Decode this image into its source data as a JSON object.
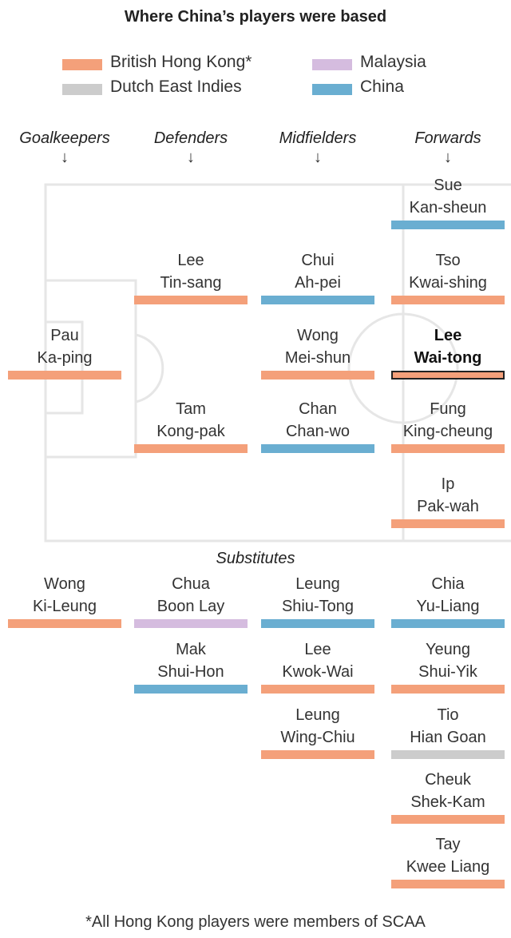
{
  "title": "Where China’s players were based",
  "colors": {
    "British Hong Kong": "#f4a07a",
    "Dutch East Indies": "#cccccc",
    "Malaysia": "#d5bcdf",
    "China": "#6aaed1"
  },
  "legend": [
    {
      "label": "British Hong Kong*",
      "key": "British Hong Kong"
    },
    {
      "label": "Malaysia",
      "key": "Malaysia"
    },
    {
      "label": "Dutch East Indies",
      "key": "Dutch East Indies"
    },
    {
      "label": "China",
      "key": "China"
    }
  ],
  "positions": [
    "Goalkeepers",
    "Defenders",
    "Midfielders",
    "Forwards"
  ],
  "arrow_glyph": "↓",
  "starters": [
    {
      "first": "Pau",
      "second": "Ka-ping",
      "base": "British Hong Kong",
      "position": "Goalkeepers"
    },
    {
      "first": "Lee",
      "second": "Tin-sang",
      "base": "British Hong Kong",
      "position": "Defenders"
    },
    {
      "first": "Tam",
      "second": "Kong-pak",
      "base": "British Hong Kong",
      "position": "Defenders"
    },
    {
      "first": "Chui",
      "second": "Ah-pei",
      "base": "China",
      "position": "Midfielders"
    },
    {
      "first": "Wong",
      "second": "Mei-shun",
      "base": "British Hong Kong",
      "position": "Midfielders"
    },
    {
      "first": "Chan",
      "second": "Chan-wo",
      "base": "China",
      "position": "Midfielders"
    },
    {
      "first": "Sue",
      "second": "Kan-sheun",
      "base": "China",
      "position": "Forwards"
    },
    {
      "first": "Tso",
      "second": "Kwai-shing",
      "base": "British Hong Kong",
      "position": "Forwards"
    },
    {
      "first": "Lee",
      "second": "Wai-tong",
      "base": "British Hong Kong",
      "position": "Forwards",
      "highlight": true
    },
    {
      "first": "Fung",
      "second": "King-cheung",
      "base": "British Hong Kong",
      "position": "Forwards"
    },
    {
      "first": "Ip",
      "second": "Pak-wah",
      "base": "British Hong Kong",
      "position": "Forwards"
    }
  ],
  "substitutes_label": "Substitutes",
  "substitutes": [
    {
      "first": "Wong",
      "second": "Ki-Leung",
      "base": "British Hong Kong"
    },
    {
      "first": "Chua",
      "second": "Boon Lay",
      "base": "Malaysia"
    },
    {
      "first": "Mak",
      "second": "Shui-Hon",
      "base": "China"
    },
    {
      "first": "Leung",
      "second": "Shiu-Tong",
      "base": "China"
    },
    {
      "first": "Lee",
      "second": "Kwok-Wai",
      "base": "British Hong Kong"
    },
    {
      "first": "Leung",
      "second": "Wing-Chiu",
      "base": "British Hong Kong"
    },
    {
      "first": "Chia",
      "second": "Yu-Liang",
      "base": "China"
    },
    {
      "first": "Yeung",
      "second": "Shui-Yik",
      "base": "British Hong Kong"
    },
    {
      "first": "Tio",
      "second": "Hian Goan",
      "base": "Dutch East Indies"
    },
    {
      "first": "Cheuk",
      "second": "Shek-Kam",
      "base": "British Hong Kong"
    },
    {
      "first": "Tay",
      "second": "Kwee Liang",
      "base": "British Hong Kong"
    }
  ],
  "footnote": "*All Hong Kong players were members of SCAA"
}
